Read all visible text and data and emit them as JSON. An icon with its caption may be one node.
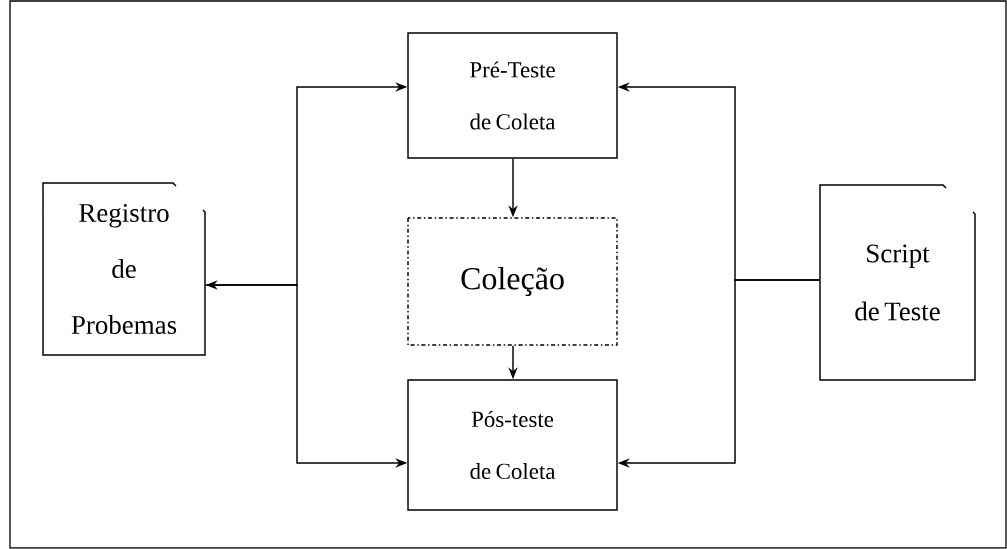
{
  "diagram": {
    "nodes": [
      {
        "text": [
          "Pré-Teste de Coleta"
        ]
      },
      {
        "text": [
          "Registro de Probemas"
        ]
      },
      {
        "text": [
          "Coleção"
        ]
      },
      {
        "text": [
          "Script de Teste"
        ]
      },
      {
        "text": [
          "Pós-teste de Coleta"
        ]
      }
    ],
    "edges": [
      {
        "from": 1,
        "to": 0,
        "arrow": "both"
      },
      {
        "from": 1,
        "to": 4,
        "arrow": "to"
      },
      {
        "from": 3,
        "to": 0,
        "arrow": "to"
      },
      {
        "from": 3,
        "to": 4,
        "arrow": "to"
      },
      {
        "from": 0,
        "to": 2,
        "arrow": "to"
      },
      {
        "from": 2,
        "to": 4,
        "arrow": "to"
      }
    ]
  }
}
